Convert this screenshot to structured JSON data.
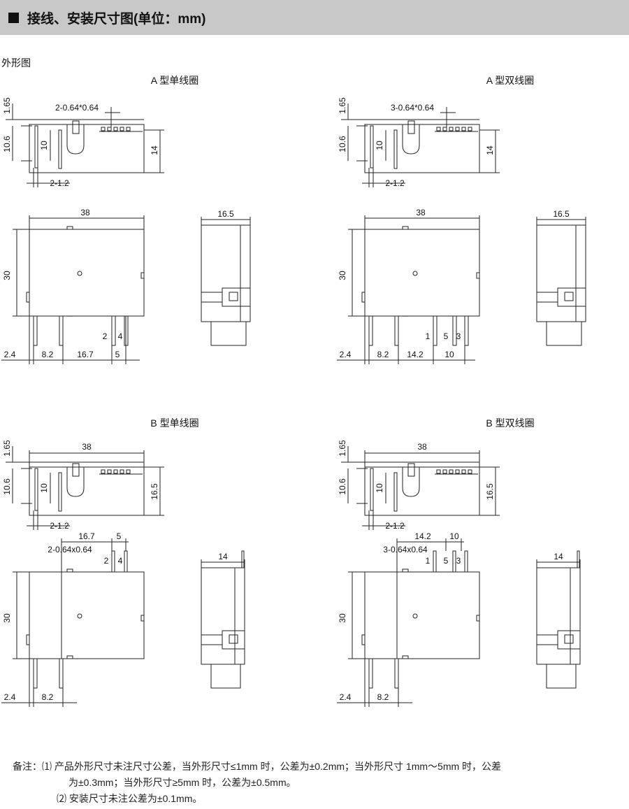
{
  "header": {
    "title": "接线、安装尺寸图(单位：mm)"
  },
  "section_label": "外形图",
  "drawings": [
    {
      "title": "A 型单线圈",
      "type": "A",
      "double": false,
      "top": {
        "d165": "1.65",
        "d106": "10.6",
        "d10": "10",
        "d14": "14",
        "d12": "2-1.2",
        "pin_label": "2-0.64*0.64"
      },
      "front": {
        "width": "38",
        "height": "30",
        "pins": [
          "2",
          "4"
        ],
        "bottom": [
          "2.4",
          "8.2",
          "16.7",
          "5"
        ]
      },
      "side": {
        "width": "16.5"
      }
    },
    {
      "title": "A 型双线圈",
      "type": "A",
      "double": true,
      "top": {
        "d165": "1.65",
        "d106": "10.6",
        "d10": "10",
        "d14": "14",
        "d12": "2-1.2",
        "pin_label": "3-0.64*0.64"
      },
      "front": {
        "width": "38",
        "height": "30",
        "pins": [
          "1",
          "5",
          "3"
        ],
        "bottom": [
          "2.4",
          "8.2",
          "14.2",
          "10"
        ]
      },
      "side": {
        "width": "16.5"
      }
    },
    {
      "title": "B 型单线圈",
      "type": "B",
      "double": false,
      "top": {
        "d165": "1.65",
        "d106": "10.6",
        "d10": "10",
        "width": "38",
        "height": "16.5",
        "d12": "2-1.2"
      },
      "front": {
        "top_dims": [
          "16.7",
          "5"
        ],
        "pin_label": "2-0.64x0.64",
        "pins": [
          "2",
          "4"
        ],
        "height": "30",
        "bottom": [
          "2.4",
          "8.2"
        ]
      },
      "side": {
        "width": "14"
      }
    },
    {
      "title": "B 型双线圈",
      "type": "B",
      "double": true,
      "top": {
        "d165": "1.65",
        "d106": "10.6",
        "d10": "10",
        "width": "38",
        "height": "16.5",
        "d12": "2-1.2"
      },
      "front": {
        "top_dims": [
          "14.2",
          "10"
        ],
        "pin_label": "3-0.64x0.64",
        "pins": [
          "1",
          "5",
          "3"
        ],
        "height": "30",
        "bottom": [
          "2.4",
          "8.2"
        ]
      },
      "side": {
        "width": "14"
      }
    }
  ],
  "notes": {
    "line1": "备注：⑴ 产品外形尺寸未注尺寸公差，当外形尺寸≤1mm 时，公差为±0.2mm；当外形尺寸 1mm～5mm 时，公差",
    "line2": "为±0.3mm；当外形尺寸≥5mm 时，公差为±0.5mm。",
    "line3": "⑵ 安装尺寸未注公差为±0.1mm。"
  }
}
